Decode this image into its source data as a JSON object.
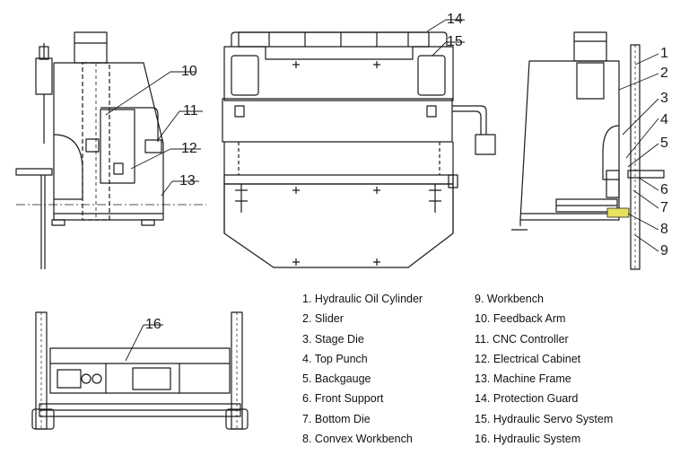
{
  "callouts": [
    "1",
    "2",
    "3",
    "4",
    "5",
    "6",
    "7",
    "8",
    "9",
    "10",
    "11",
    "12",
    "13",
    "14",
    "15",
    "16"
  ],
  "legend": [
    {
      "num": "1.",
      "label": "Hydraulic Oil Cylinder"
    },
    {
      "num": "2.",
      "label": "Slider"
    },
    {
      "num": "3.",
      "label": "Stage Die"
    },
    {
      "num": "4.",
      "label": "Top Punch"
    },
    {
      "num": "5.",
      "label": "Backgauge"
    },
    {
      "num": "6.",
      "label": "Front Support"
    },
    {
      "num": "7.",
      "label": "Bottom Die"
    },
    {
      "num": "8.",
      "label": "Convex Workbench"
    },
    {
      "num": "9.",
      "label": "Workbench"
    },
    {
      "num": "10.",
      "label": "Feedback Arm"
    },
    {
      "num": "11.",
      "label": "CNC Controller"
    },
    {
      "num": "12.",
      "label": "Electrical Cabinet"
    },
    {
      "num": "13.",
      "label": "Machine Frame"
    },
    {
      "num": "14.",
      "label": "Protection Guard"
    },
    {
      "num": "15.",
      "label": "Hydraulic Servo System"
    },
    {
      "num": "16.",
      "label": "Hydraulic System"
    }
  ],
  "colors": {
    "line": "#1a1a1a",
    "highlight": "#e8e060",
    "background": "#ffffff"
  }
}
